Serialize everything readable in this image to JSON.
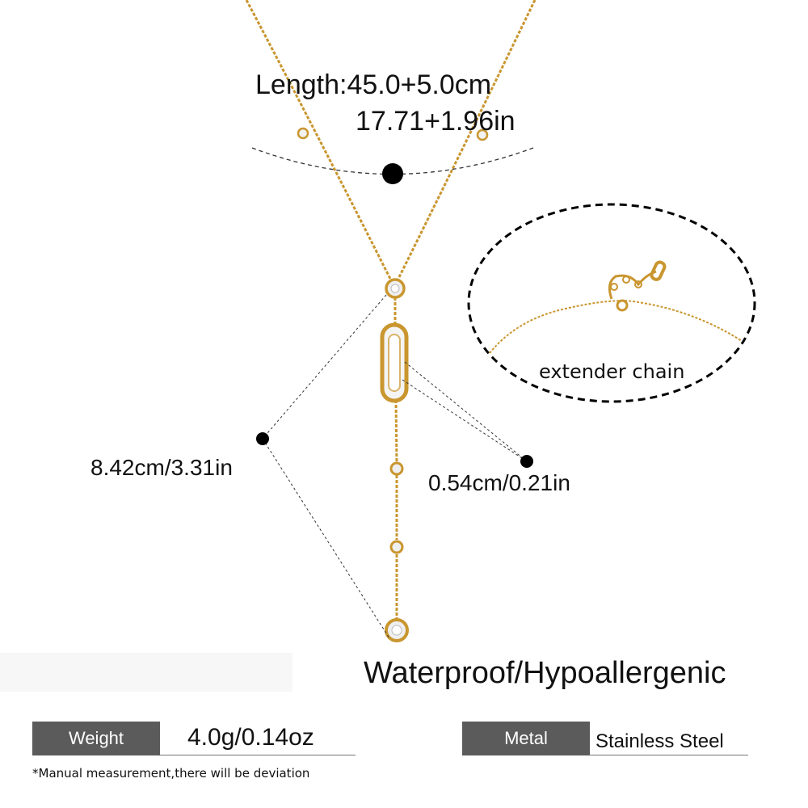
{
  "dimensions": {
    "length_cm": "Length:45.0+5.0cm",
    "length_in": "17.71+1.96in",
    "pendant_length": "8.42cm/3.31in",
    "bar_width": "0.54cm/0.21in"
  },
  "extender_label": "extender chain",
  "features": "Waterproof/Hypoallergenic",
  "specs": {
    "weight_label": "Weight",
    "weight_value": "4.0g/0.14oz",
    "metal_label": "Metal",
    "metal_value": "Stainless Steel"
  },
  "note": "*Manual measurement,there will be deviation",
  "colors": {
    "chain_gold": "#c9962f",
    "label_bg": "#5b5b5b",
    "text": "#111111"
  }
}
